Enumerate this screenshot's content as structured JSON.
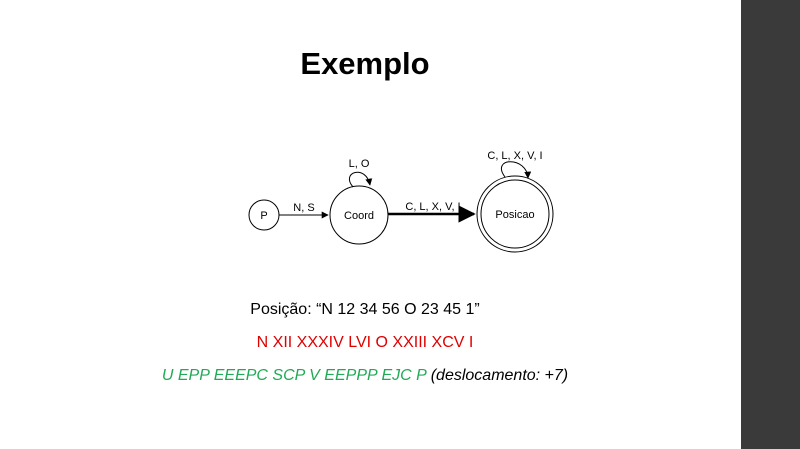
{
  "slide": {
    "title": "Exemplo",
    "position_line": "Posição: “N 12 34 56 O 23 45 1”",
    "roman_line": "N XII XXXIV LVI O XXIII XCV I",
    "cipher_text": "U EPP EEEPC SCP V EEPPP EJC P",
    "cipher_note": " (deslocamento: +7)",
    "colors": {
      "roman": "#e00000",
      "cipher": "#1faa55",
      "sidebar": "#3a3a3a"
    }
  },
  "diagram": {
    "states": {
      "p": "P",
      "coord": "Coord",
      "posicao": "Posicao"
    },
    "transitions": {
      "p_to_coord": "N, S",
      "coord_loop": "L, O",
      "coord_to_posicao": "C, L, X, V, I",
      "posicao_loop": "C, L, X, V, I"
    }
  }
}
